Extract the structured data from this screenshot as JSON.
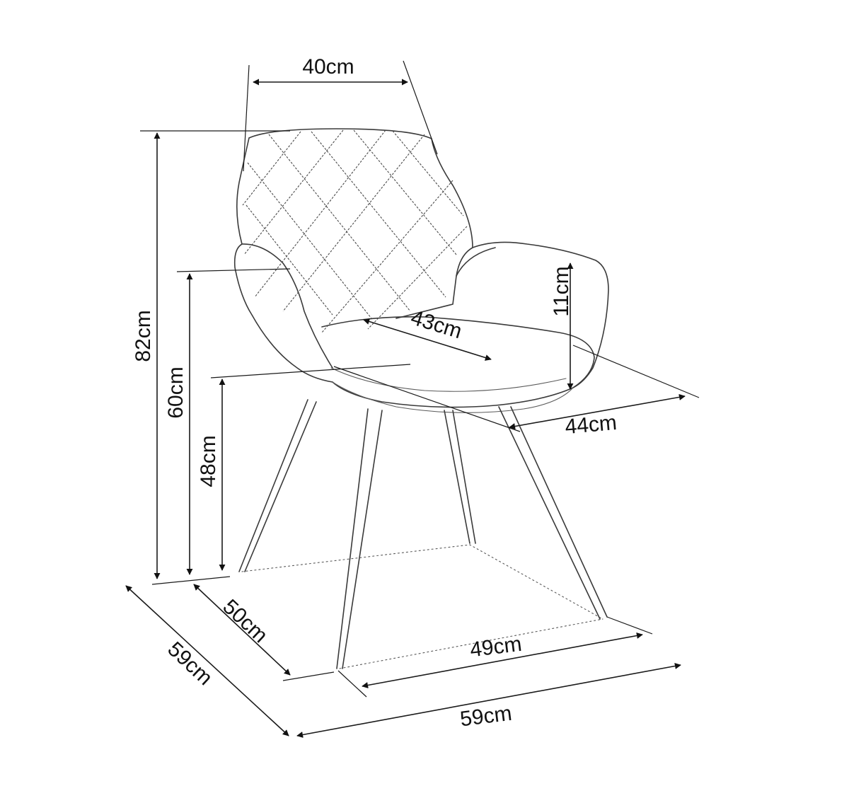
{
  "dimensions": {
    "back_width": "40cm",
    "total_height": "82cm",
    "armrest_height": "60cm",
    "seat_height": "48cm",
    "armrest_above_seat": "11cm",
    "seat_depth": "43cm",
    "seat_width": "44cm",
    "leg_depth": "50cm",
    "total_depth": "59cm",
    "leg_width": "49cm",
    "total_width": "59cm"
  }
}
